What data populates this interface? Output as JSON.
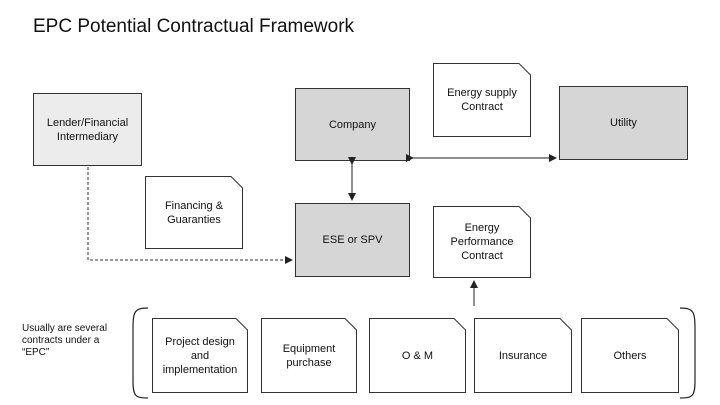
{
  "title": "EPC Potential Contractual Framework",
  "nodes": {
    "lender": "Lender/Financial\nIntermediary",
    "company": "Company",
    "utility": "Utility",
    "ese": "ESE or SPV"
  },
  "documents": {
    "energy_supply": "Energy supply\nContract",
    "financing": "Financing &\nGuaranties",
    "energy_performance": "Energy\nPerformance\nContract"
  },
  "sub_contracts": [
    "Project design\nand\nimplementation",
    "Equipment\npurchase",
    "O & M",
    "Insurance",
    "Others"
  ],
  "note": "Usually are several\ncontracts under a\n“EPC”",
  "colors": {
    "primary_fill": "#d6d6d6",
    "secondary_fill": "#ececec",
    "stroke": "#333333"
  }
}
